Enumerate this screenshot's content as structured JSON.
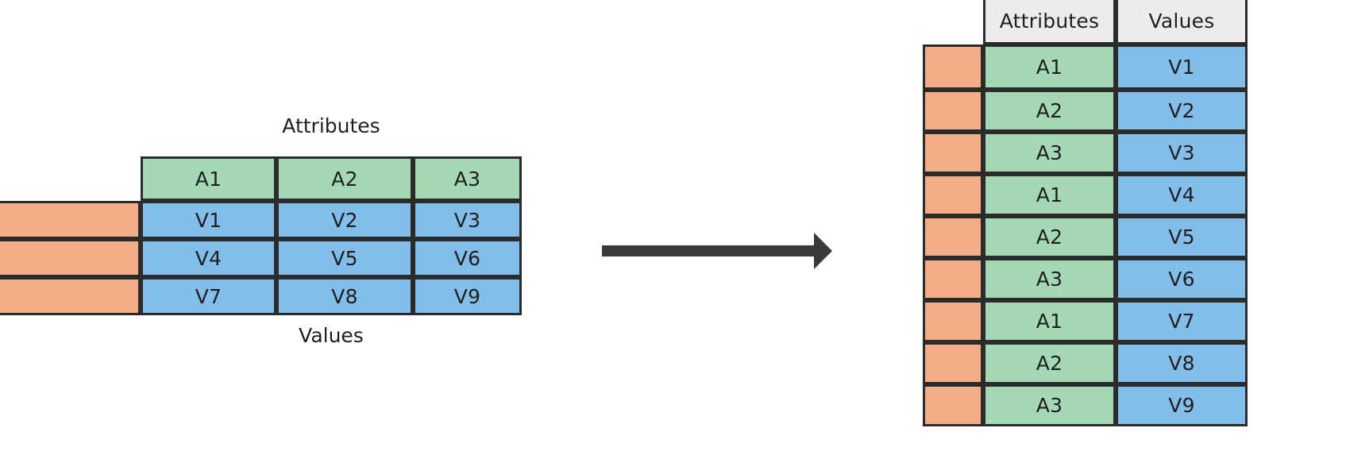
{
  "diagram": {
    "title_left_caption": "Attributes",
    "bottom_left_caption": "Values",
    "arrow": {
      "name": "transform-arrow",
      "direction": "right"
    },
    "colors": {
      "green": "#a5d9b6",
      "blue": "#83bdea",
      "orange": "#f4ae87",
      "header_gray": "#ececec",
      "border": "#2b2b2b",
      "arrow": "#3a3a38",
      "text": "#1f1f1f"
    }
  },
  "wide_table": {
    "caption_top": "Attributes",
    "caption_bottom": "Values",
    "index_column": {
      "label": "",
      "rows": [
        "",
        "",
        ""
      ]
    },
    "attribute_header": [
      "A1",
      "A2",
      "A3"
    ],
    "value_rows": [
      [
        "V1",
        "V2",
        "V3"
      ],
      [
        "V4",
        "V5",
        "V6"
      ],
      [
        "V7",
        "V8",
        "V9"
      ]
    ]
  },
  "long_table": {
    "headers": [
      "",
      "Attributes",
      "Values"
    ],
    "rows": [
      {
        "index": "",
        "attribute": "A1",
        "value": "V1"
      },
      {
        "index": "",
        "attribute": "A2",
        "value": "V2"
      },
      {
        "index": "",
        "attribute": "A3",
        "value": "V3"
      },
      {
        "index": "",
        "attribute": "A1",
        "value": "V4"
      },
      {
        "index": "",
        "attribute": "A2",
        "value": "V5"
      },
      {
        "index": "",
        "attribute": "A3",
        "value": "V6"
      },
      {
        "index": "",
        "attribute": "A1",
        "value": "V7"
      },
      {
        "index": "",
        "attribute": "A2",
        "value": "V8"
      },
      {
        "index": "",
        "attribute": "A3",
        "value": "V9"
      }
    ]
  }
}
